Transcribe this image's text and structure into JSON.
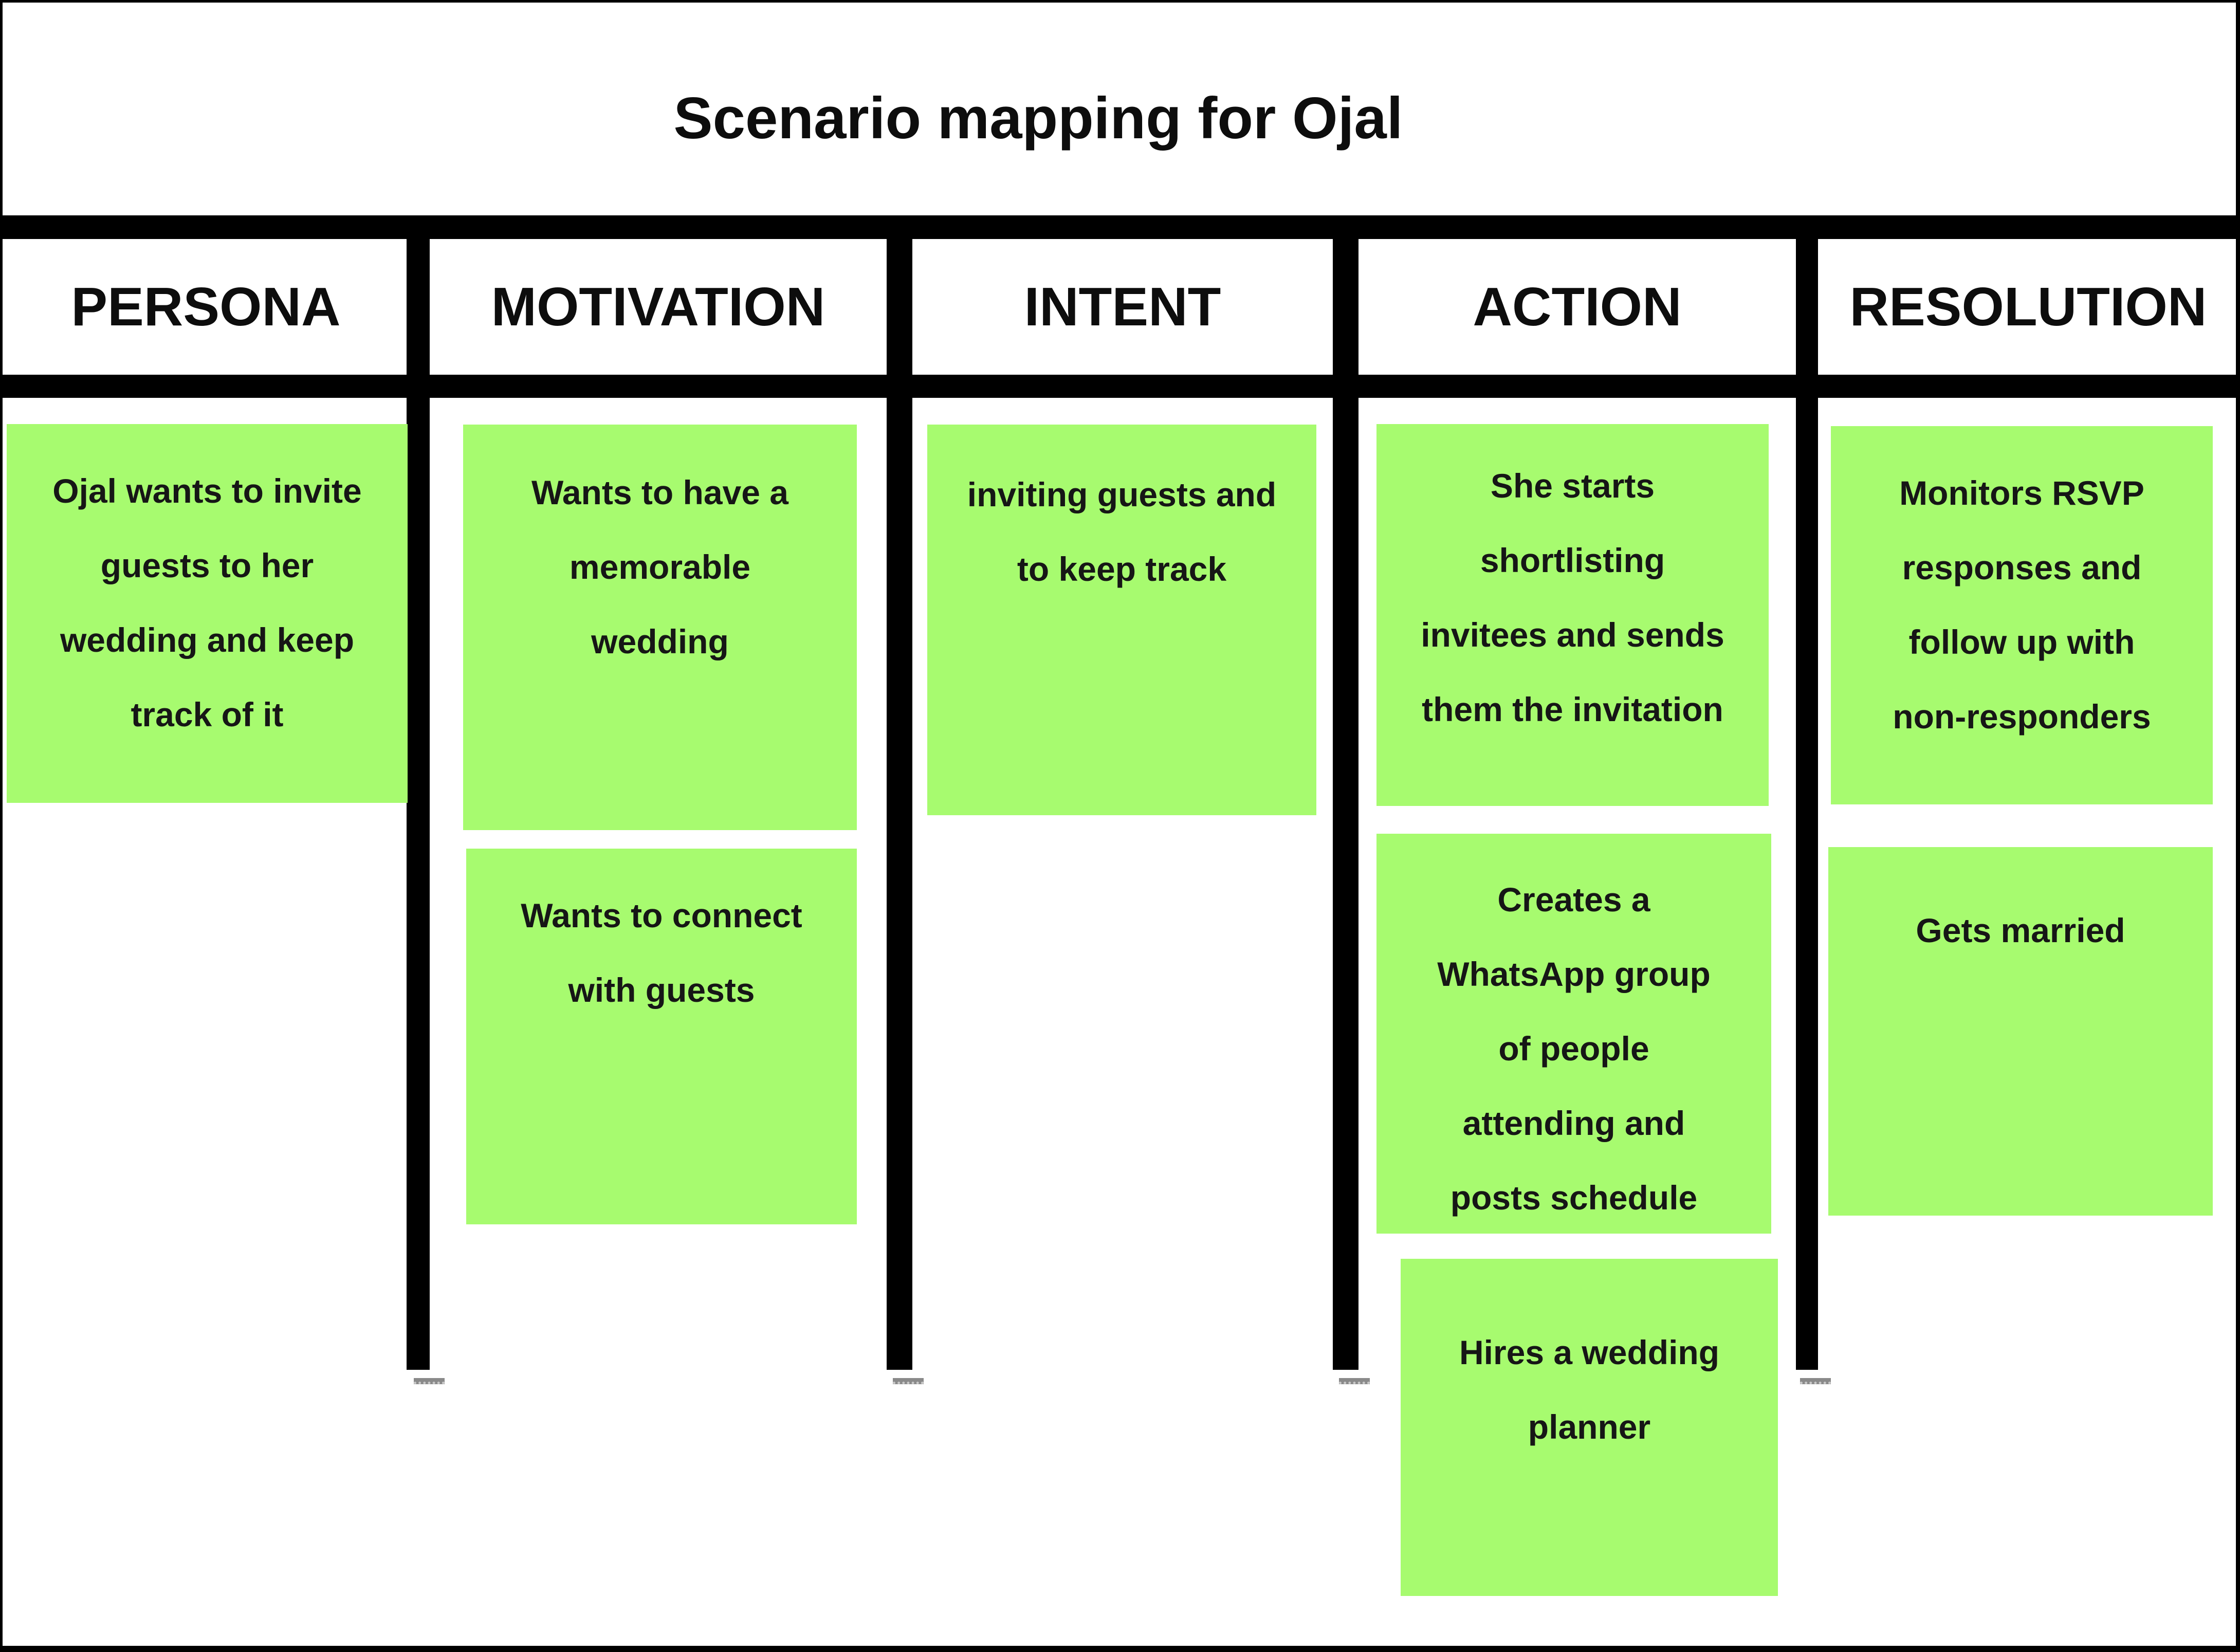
{
  "title": "Scenario mapping for Ojal",
  "colors": {
    "sticky_green": "#a7fb6f",
    "grid_black": "#000000",
    "text_dark": "#161616",
    "dash_gray": "#8a8a8a"
  },
  "columns": [
    {
      "header": "PERSONA",
      "stickies": [
        {
          "lines": [
            "Ojal wants to invite",
            "guests to her",
            "wedding and keep",
            "track of it"
          ]
        }
      ]
    },
    {
      "header": "MOTIVATION",
      "stickies": [
        {
          "lines": [
            "Wants to have a",
            "memorable",
            "wedding"
          ]
        },
        {
          "lines": [
            "Wants to connect",
            "with guests"
          ]
        }
      ]
    },
    {
      "header": "INTENT",
      "stickies": [
        {
          "lines": [
            "inviting guests and",
            "to keep track"
          ]
        }
      ]
    },
    {
      "header": "ACTION",
      "stickies": [
        {
          "lines": [
            "She starts",
            "shortlisting",
            "invitees and sends",
            "them the invitation"
          ]
        },
        {
          "lines": [
            "Creates a",
            "WhatsApp group",
            "of people",
            "attending and",
            "posts schedule"
          ]
        },
        {
          "lines": [
            "Hires a wedding",
            "planner"
          ]
        }
      ]
    },
    {
      "header": "RESOLUTION",
      "stickies": [
        {
          "lines": [
            "Monitors RSVP",
            "responses and",
            "follow up with",
            "non-responders"
          ]
        },
        {
          "lines": [
            "Gets married"
          ]
        }
      ]
    }
  ]
}
